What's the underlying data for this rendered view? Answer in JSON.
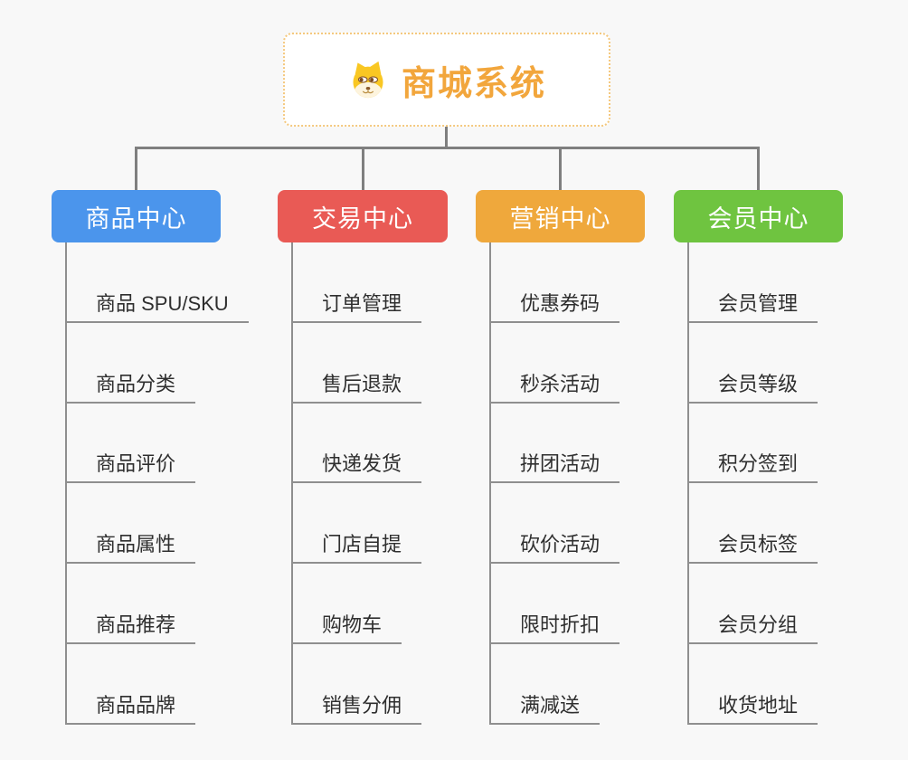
{
  "root": {
    "title": "商城系统",
    "icon": "dog-face-icon",
    "text_color": "#f2a63c",
    "border_color": "#f4c87e"
  },
  "colors": {
    "background": "#f8f8f8",
    "connector_gray": "#7f7f7f",
    "underline_gray": "#8f8f8f",
    "leaf_text": "#2f2f2f"
  },
  "branches": [
    {
      "label": "商品中心",
      "color": "#4b95ec",
      "children": [
        "商品 SPU/SKU",
        "商品分类",
        "商品评价",
        "商品属性",
        "商品推荐",
        "商品品牌"
      ]
    },
    {
      "label": "交易中心",
      "color": "#e95a55",
      "children": [
        "订单管理",
        "售后退款",
        "快递发货",
        "门店自提",
        "购物车",
        "销售分佣"
      ]
    },
    {
      "label": "营销中心",
      "color": "#efa83c",
      "children": [
        "优惠券码",
        "秒杀活动",
        "拼团活动",
        "砍价活动",
        "限时折扣",
        "满减送"
      ]
    },
    {
      "label": "会员中心",
      "color": "#6fc440",
      "children": [
        "会员管理",
        "会员等级",
        "积分签到",
        "会员标签",
        "会员分组",
        "收货地址"
      ]
    }
  ]
}
